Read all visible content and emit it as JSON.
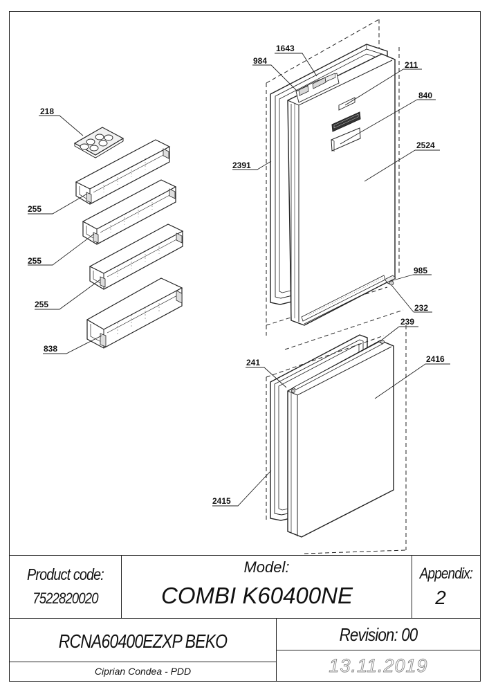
{
  "diagram": {
    "callouts": [
      {
        "id": "c1643",
        "label": "1643"
      },
      {
        "id": "c984",
        "label": "984"
      },
      {
        "id": "c211",
        "label": "211"
      },
      {
        "id": "c840",
        "label": "840"
      },
      {
        "id": "c218",
        "label": "218"
      },
      {
        "id": "c2524",
        "label": "2524"
      },
      {
        "id": "c2391",
        "label": "2391"
      },
      {
        "id": "c255a",
        "label": "255"
      },
      {
        "id": "c255b",
        "label": "255"
      },
      {
        "id": "c255c",
        "label": "255"
      },
      {
        "id": "c985",
        "label": "985"
      },
      {
        "id": "c232",
        "label": "232"
      },
      {
        "id": "c239",
        "label": "239"
      },
      {
        "id": "c838",
        "label": "838"
      },
      {
        "id": "c2416",
        "label": "2416"
      },
      {
        "id": "c241",
        "label": "241"
      },
      {
        "id": "c2415",
        "label": "2415"
      }
    ]
  },
  "title_block": {
    "product_code_label": "Product code:",
    "product_code_value": "7522820020",
    "model_label": "Model:",
    "model_value": "COMBI K60400NE",
    "appendix_label": "Appendix:",
    "appendix_value": "2",
    "variant": "RCNA60400EZXP BEKO",
    "revision": "Revision: 00",
    "author": "Ciprian Condea - PDD",
    "date": "13.11.2019"
  }
}
